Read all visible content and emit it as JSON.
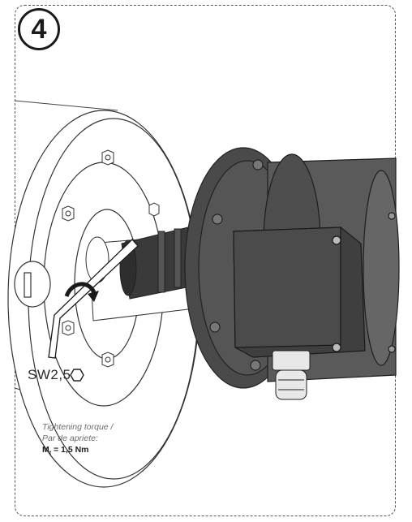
{
  "step": {
    "number": "4"
  },
  "tool": {
    "size_label": "SW2,5",
    "icon": "hex-socket-icon"
  },
  "torque": {
    "line1": "Tightening torque /",
    "line2": "Par de apriete:",
    "symbol": "M",
    "symbol_sub": "t",
    "value": " = 1,5 Nm"
  },
  "colors": {
    "outline": "#333333",
    "motor_dark": "#4a4a4a",
    "motor_mid": "#5c5c5c",
    "background": "#ffffff"
  }
}
